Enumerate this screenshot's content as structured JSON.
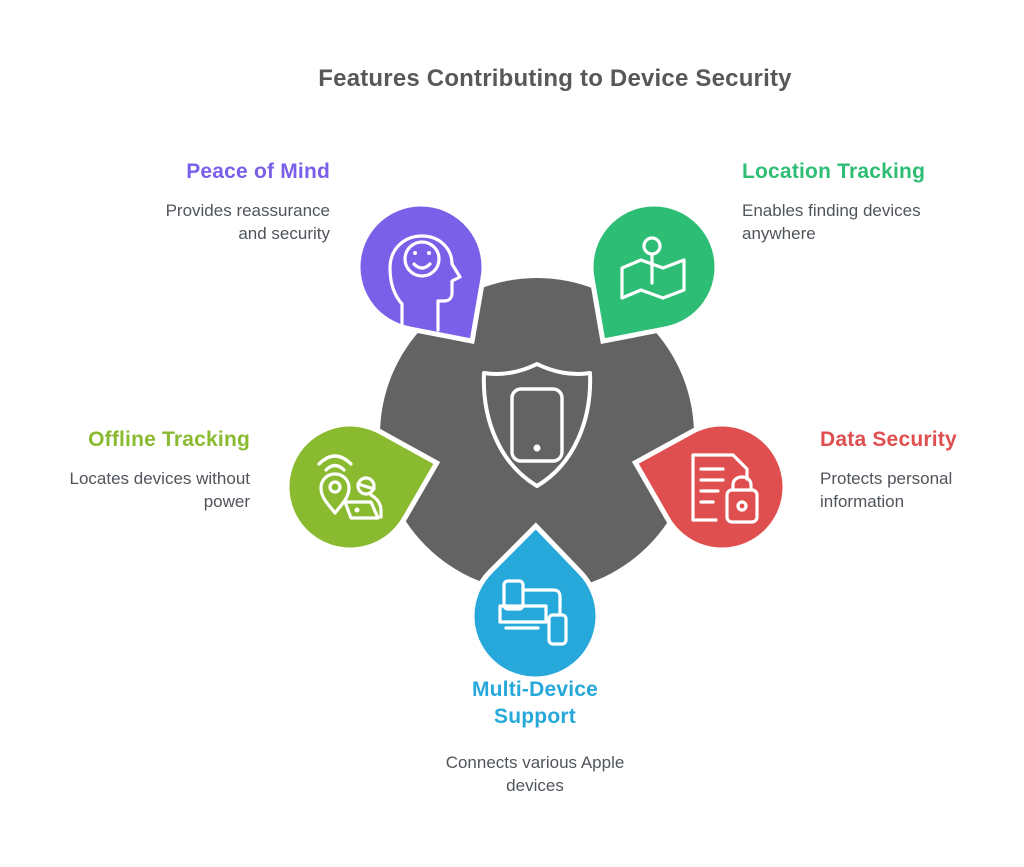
{
  "title": "Features Contributing to Device Security",
  "center": {
    "icon": "shield-device-icon",
    "circle_color": "#636363"
  },
  "nodes": [
    {
      "id": "peace-of-mind",
      "label": "Peace of Mind",
      "description": "Provides reassurance and security",
      "color": "#7A5FE8",
      "icon": "head-smile-icon"
    },
    {
      "id": "location-tracking",
      "label": "Location Tracking",
      "description": "Enables finding devices anywhere",
      "color": "#2EBD74",
      "icon": "map-pin-icon"
    },
    {
      "id": "offline-tracking",
      "label": "Offline Tracking",
      "description": "Locates devices without power",
      "color": "#8ABA2F",
      "icon": "offline-locator-icon"
    },
    {
      "id": "data-security",
      "label": "Data Security",
      "description": "Protects personal information",
      "color": "#DF4F4F",
      "icon": "document-lock-icon"
    },
    {
      "id": "multi-device-support",
      "label": "Multi-Device Support",
      "description": "Connects various Apple devices",
      "color": "#27A8DB",
      "icon": "connected-devices-icon"
    }
  ],
  "text_colors": {
    "title": "#58585A",
    "description": "#50555B",
    "icon_stroke": "#ffffff"
  }
}
